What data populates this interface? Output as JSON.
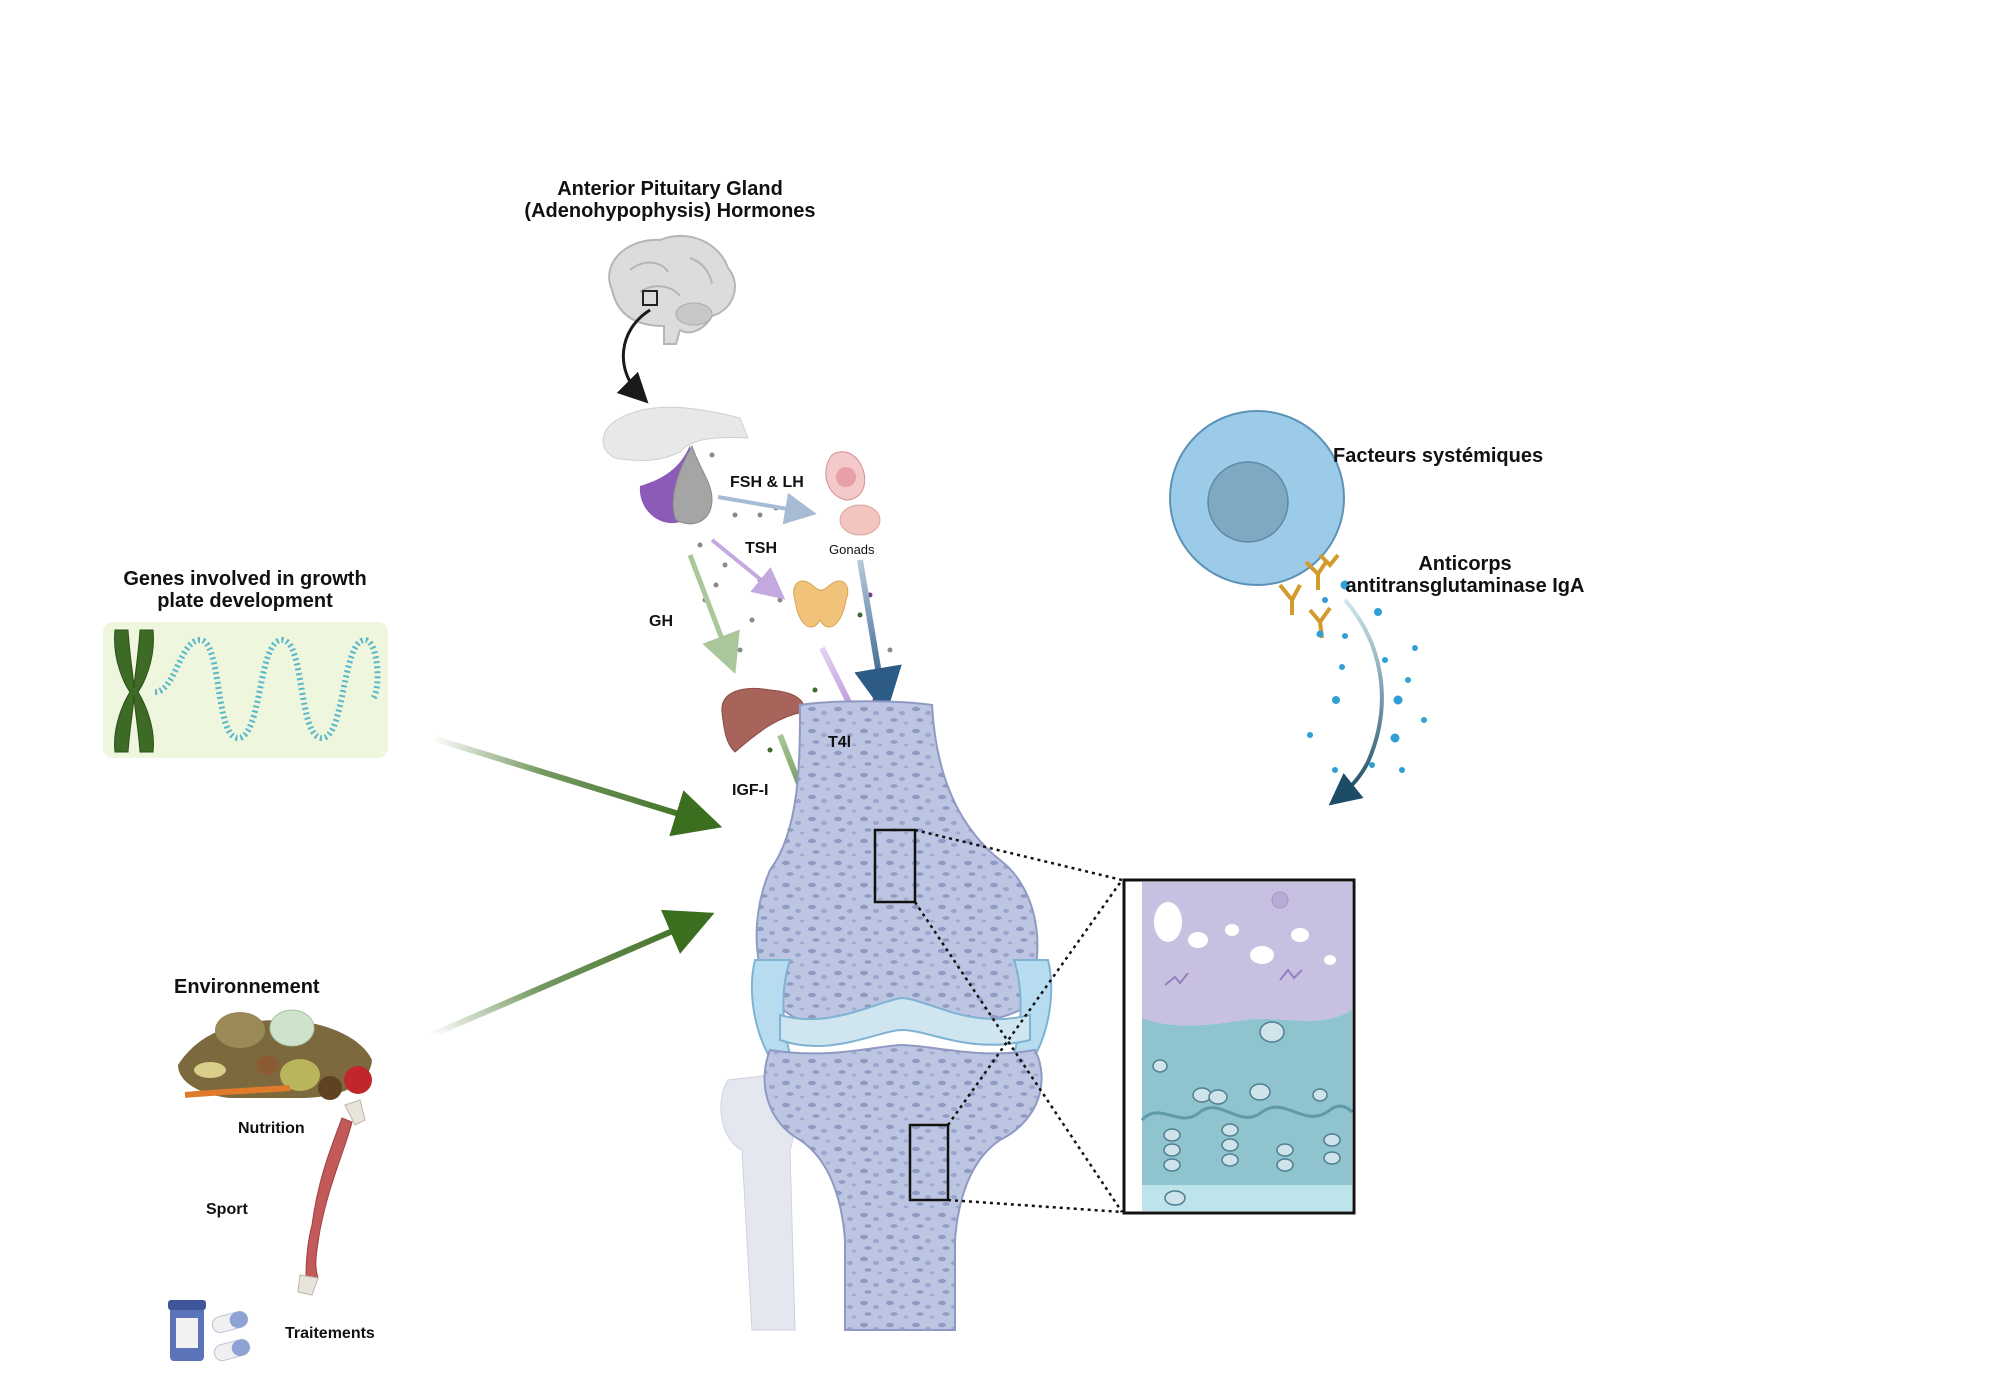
{
  "labels": {
    "pituitary_title_line1": "Anterior Pituitary Gland",
    "pituitary_title_line2": "(Adenohypophysis) Hormones",
    "fsh_lh": "FSH & LH",
    "tsh": "TSH",
    "gonads": "Gonads",
    "gh": "GH",
    "t4l": "T4l",
    "igf1": "IGF-I",
    "genes_line1": "Genes involved in growth",
    "genes_line2": "plate development",
    "environment": "Environnement",
    "nutrition": "Nutrition",
    "sport": "Sport",
    "treatments": "Traitements",
    "systemic_factors": "Facteurs systémiques",
    "antibody_line1": "Anticorps",
    "antibody_line2": "antitransglutaminase IgA"
  },
  "colors": {
    "bone_fill": "#b9c2de",
    "bone_dark": "#8f9ac4",
    "cartilage": "#a9d2dc",
    "green_arrow": "#3b6e1f",
    "purple_arrow": "#9a63c9",
    "blue_arrow": "#2c5b86",
    "cell_fill": "#9ccbe9",
    "nucleus": "#7fa9c2",
    "antibody": "#d39a2c",
    "dots": "#2f9fd6"
  },
  "icons": [
    "brain-icon",
    "pituitary-icon",
    "gonads-icon",
    "thyroid-icon",
    "liver-icon",
    "chromosome-icon",
    "dna-strand-icon",
    "food-icon",
    "muscle-icon",
    "pill-bottle-icon",
    "capsule-icon",
    "cell-icon",
    "antibody-icon",
    "knee-joint-icon",
    "growth-plate-inset"
  ]
}
